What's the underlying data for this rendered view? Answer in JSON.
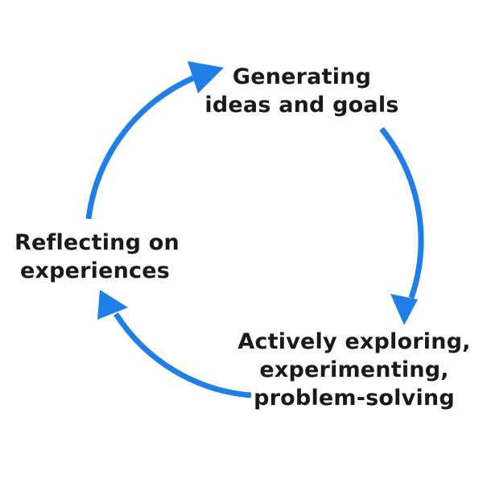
{
  "diagram": {
    "arrow_color": "#1f7fe6",
    "text_color": "#1a1a1a",
    "background": "#ffffff",
    "nodes": {
      "top": {
        "line1": "Generating",
        "line2": "ideas and goals"
      },
      "left": {
        "line1": "Reflecting on",
        "line2": "experiences"
      },
      "right": {
        "line1": "Actively exploring,",
        "line2": "experimenting,",
        "line3": "problem-solving"
      }
    }
  }
}
